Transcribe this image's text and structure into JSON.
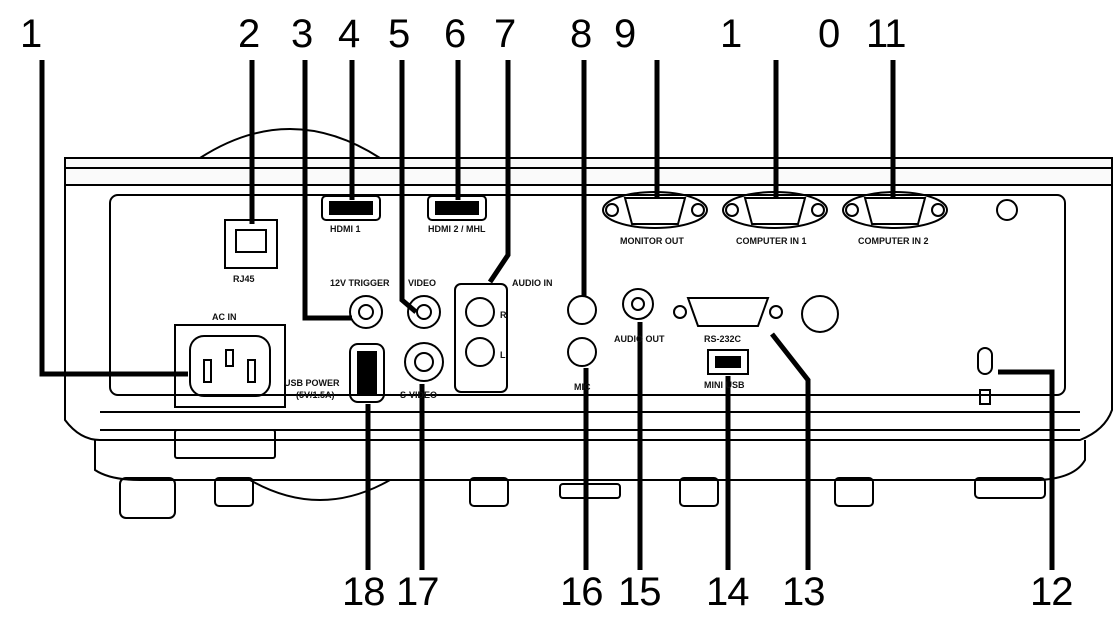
{
  "callouts": {
    "n1": "1",
    "n2": "2",
    "n3": "3",
    "n4": "4",
    "n5": "5",
    "n6": "6",
    "n7": "7",
    "n8": "8",
    "n9": "9",
    "n10a": "1",
    "n10b": "0",
    "n11": "11",
    "n12": "12",
    "n13": "13",
    "n14": "14",
    "n15": "15",
    "n16": "16",
    "n17": "17",
    "n18": "18"
  },
  "labels": {
    "rj45": "RJ45",
    "hdmi1": "HDMI 1",
    "hdmi2": "HDMI 2 / MHL",
    "monitor_out": "MONITOR OUT",
    "computer_in1": "COMPUTER IN 1",
    "computer_in2": "COMPUTER IN 2",
    "trigger": "12V TRIGGER",
    "video": "VIDEO",
    "audio_in": "AUDIO IN",
    "r": "R",
    "l": "L",
    "audio_out": "AUDIO OUT",
    "mic": "MIC",
    "svideo": "S-VIDEO",
    "ac_in": "AC IN",
    "usb_power1": "USB POWER",
    "usb_power2": "(5V/1.5A)",
    "rs232": "RS-232C",
    "mini_usb": "MINI USB"
  },
  "colors": {
    "line": "#000000",
    "body": "#ffffff",
    "shade": "#d9d9d9"
  }
}
